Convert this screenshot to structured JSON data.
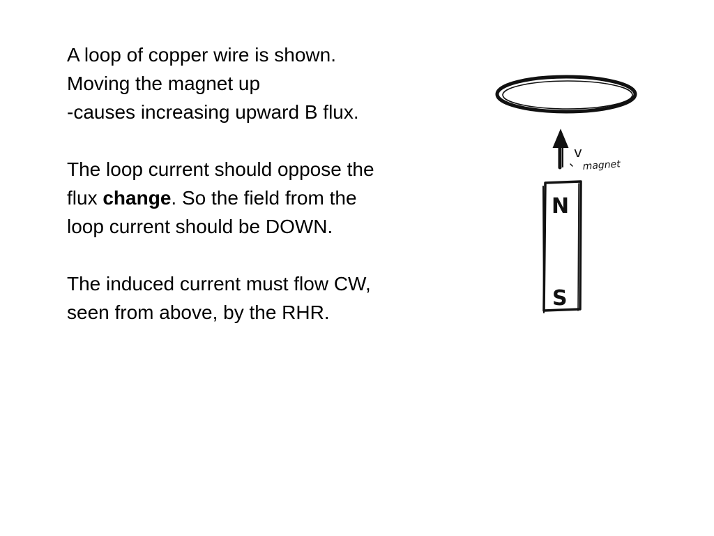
{
  "paragraph1": {
    "line1": "A loop of copper wire is shown.",
    "line2": "Moving the magnet up",
    "line3": "-causes increasing upward B flux."
  },
  "paragraph2": {
    "line1": "The loop current should oppose the",
    "line2_before": "flux ",
    "line2_bold": "change",
    "line2_after": ". So the field from the",
    "line3": "loop current should be DOWN."
  },
  "paragraph3": {
    "line1": "The induced current must flow CW,",
    "line2": "seen from above, by the RHR."
  },
  "drawing": {
    "velocity_symbol": "v",
    "velocity_subscript": "magnet",
    "north_pole_label": "N",
    "south_pole_label": "S"
  }
}
